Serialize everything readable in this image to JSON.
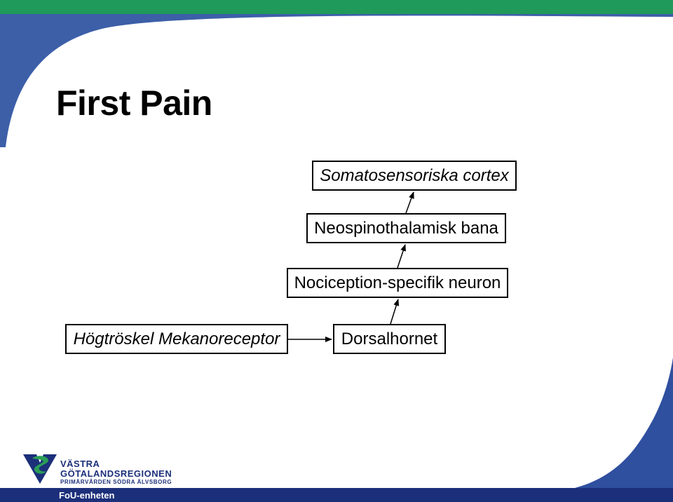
{
  "slide": {
    "title": "First Pain",
    "colors": {
      "top_band": "#1f9a5a",
      "left_band": "#3c5fa8",
      "right_band": "#2f4f9f",
      "footer_band": "#1c2f7a",
      "logo_blue": "#1c2f7a",
      "logo_green": "#2a9d57"
    }
  },
  "diagram": {
    "nodes": {
      "cortex": "Somatosensoriska cortex",
      "bana": "Neospinothalamisk bana",
      "neuron": "Nociception-specifik neuron",
      "receptor": "Högtröskel Mekanoreceptor",
      "dorsal": "Dorsalhornet"
    },
    "edges": [
      {
        "from": "receptor",
        "to": "dorsal"
      },
      {
        "from": "dorsal",
        "to": "neuron"
      },
      {
        "from": "neuron",
        "to": "bana"
      },
      {
        "from": "bana",
        "to": "cortex"
      }
    ]
  },
  "logo": {
    "icon": "vastra-gotalandsregionen-logo-icon",
    "line1": "VÄSTRA",
    "line2": "GÖTALANDSREGIONEN",
    "line3": "PRIMÄRVÅRDEN SÖDRA ÄLVSBORG"
  },
  "footer": {
    "label": "FoU-enheten"
  }
}
